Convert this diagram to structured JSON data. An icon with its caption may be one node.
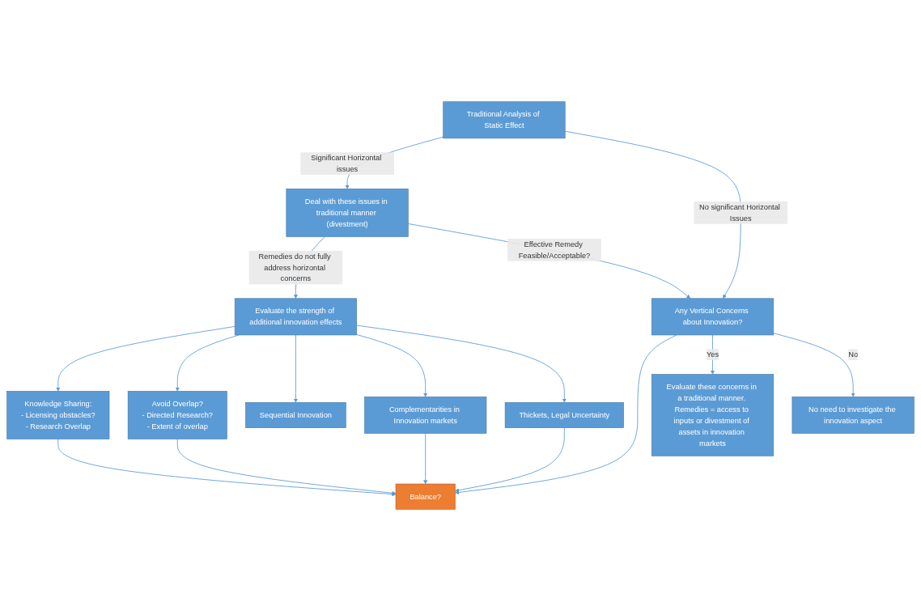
{
  "diagram": {
    "nodes": [
      {
        "text": [
          "Traditional Analysis of Static Effect"
        ]
      },
      {
        "text": [
          "Deal with these issues in traditional manner (divestment)"
        ]
      },
      {
        "text": [
          "Evaluate the strength of additional innovation effects"
        ]
      },
      {
        "text": [
          "Knowledge Sharing:",
          "- Licensing obstacles?",
          "- Research Overlap"
        ]
      },
      {
        "text": [
          "Any Vertical Concerns about Innovation?"
        ]
      },
      {
        "text": [
          "Balance?"
        ]
      },
      {
        "text": [
          "Avoid Overlap?",
          "- Directed Research?",
          "- Extent of overlap"
        ]
      },
      {
        "text": [
          "Sequential Innovation"
        ]
      },
      {
        "text": [
          "Complementarities in Innovation markets"
        ]
      },
      {
        "text": [
          "Thickets, Legal Uncertainty"
        ]
      },
      {
        "text": [
          "Evaluate these concerns in a traditional manner. Remedies = access to inputs or divestment of assets in innovation markets"
        ]
      },
      {
        "text": [
          "No need to investigate the innovation aspect"
        ]
      }
    ],
    "edges": [
      {
        "from": 0,
        "to": 1,
        "arrow": "to",
        "label": "Significant Horizontal issues"
      },
      {
        "from": 1,
        "to": 2,
        "arrow": "to",
        "label": "Remedies do not fully address horizontal concerns"
      },
      {
        "from": 0,
        "to": 4,
        "arrow": "to",
        "label": "No significant Horizontal Issues"
      },
      {
        "from": 1,
        "to": 4,
        "arrow": "to",
        "label": "Effective Remedy Feasible/Acceptable?"
      },
      {
        "from": 2,
        "to": 3,
        "arrow": "to"
      },
      {
        "from": 2,
        "to": 6,
        "arrow": "to"
      },
      {
        "from": 2,
        "to": 7,
        "arrow": "to"
      },
      {
        "from": 2,
        "to": 8,
        "arrow": "to"
      },
      {
        "from": 2,
        "to": 9,
        "arrow": "to"
      },
      {
        "from": 3,
        "to": 5,
        "arrow": "to"
      },
      {
        "from": 4,
        "to": 5,
        "arrow": "to"
      },
      {
        "from": 6,
        "to": 5,
        "arrow": "to"
      },
      {
        "from": 8,
        "to": 5,
        "arrow": "to"
      },
      {
        "from": 9,
        "to": 5,
        "arrow": "to"
      },
      {
        "from": 4,
        "to": 10,
        "arrow": "to",
        "label": "Yes"
      },
      {
        "from": 4,
        "to": 11,
        "arrow": "to",
        "label": "No"
      }
    ]
  }
}
